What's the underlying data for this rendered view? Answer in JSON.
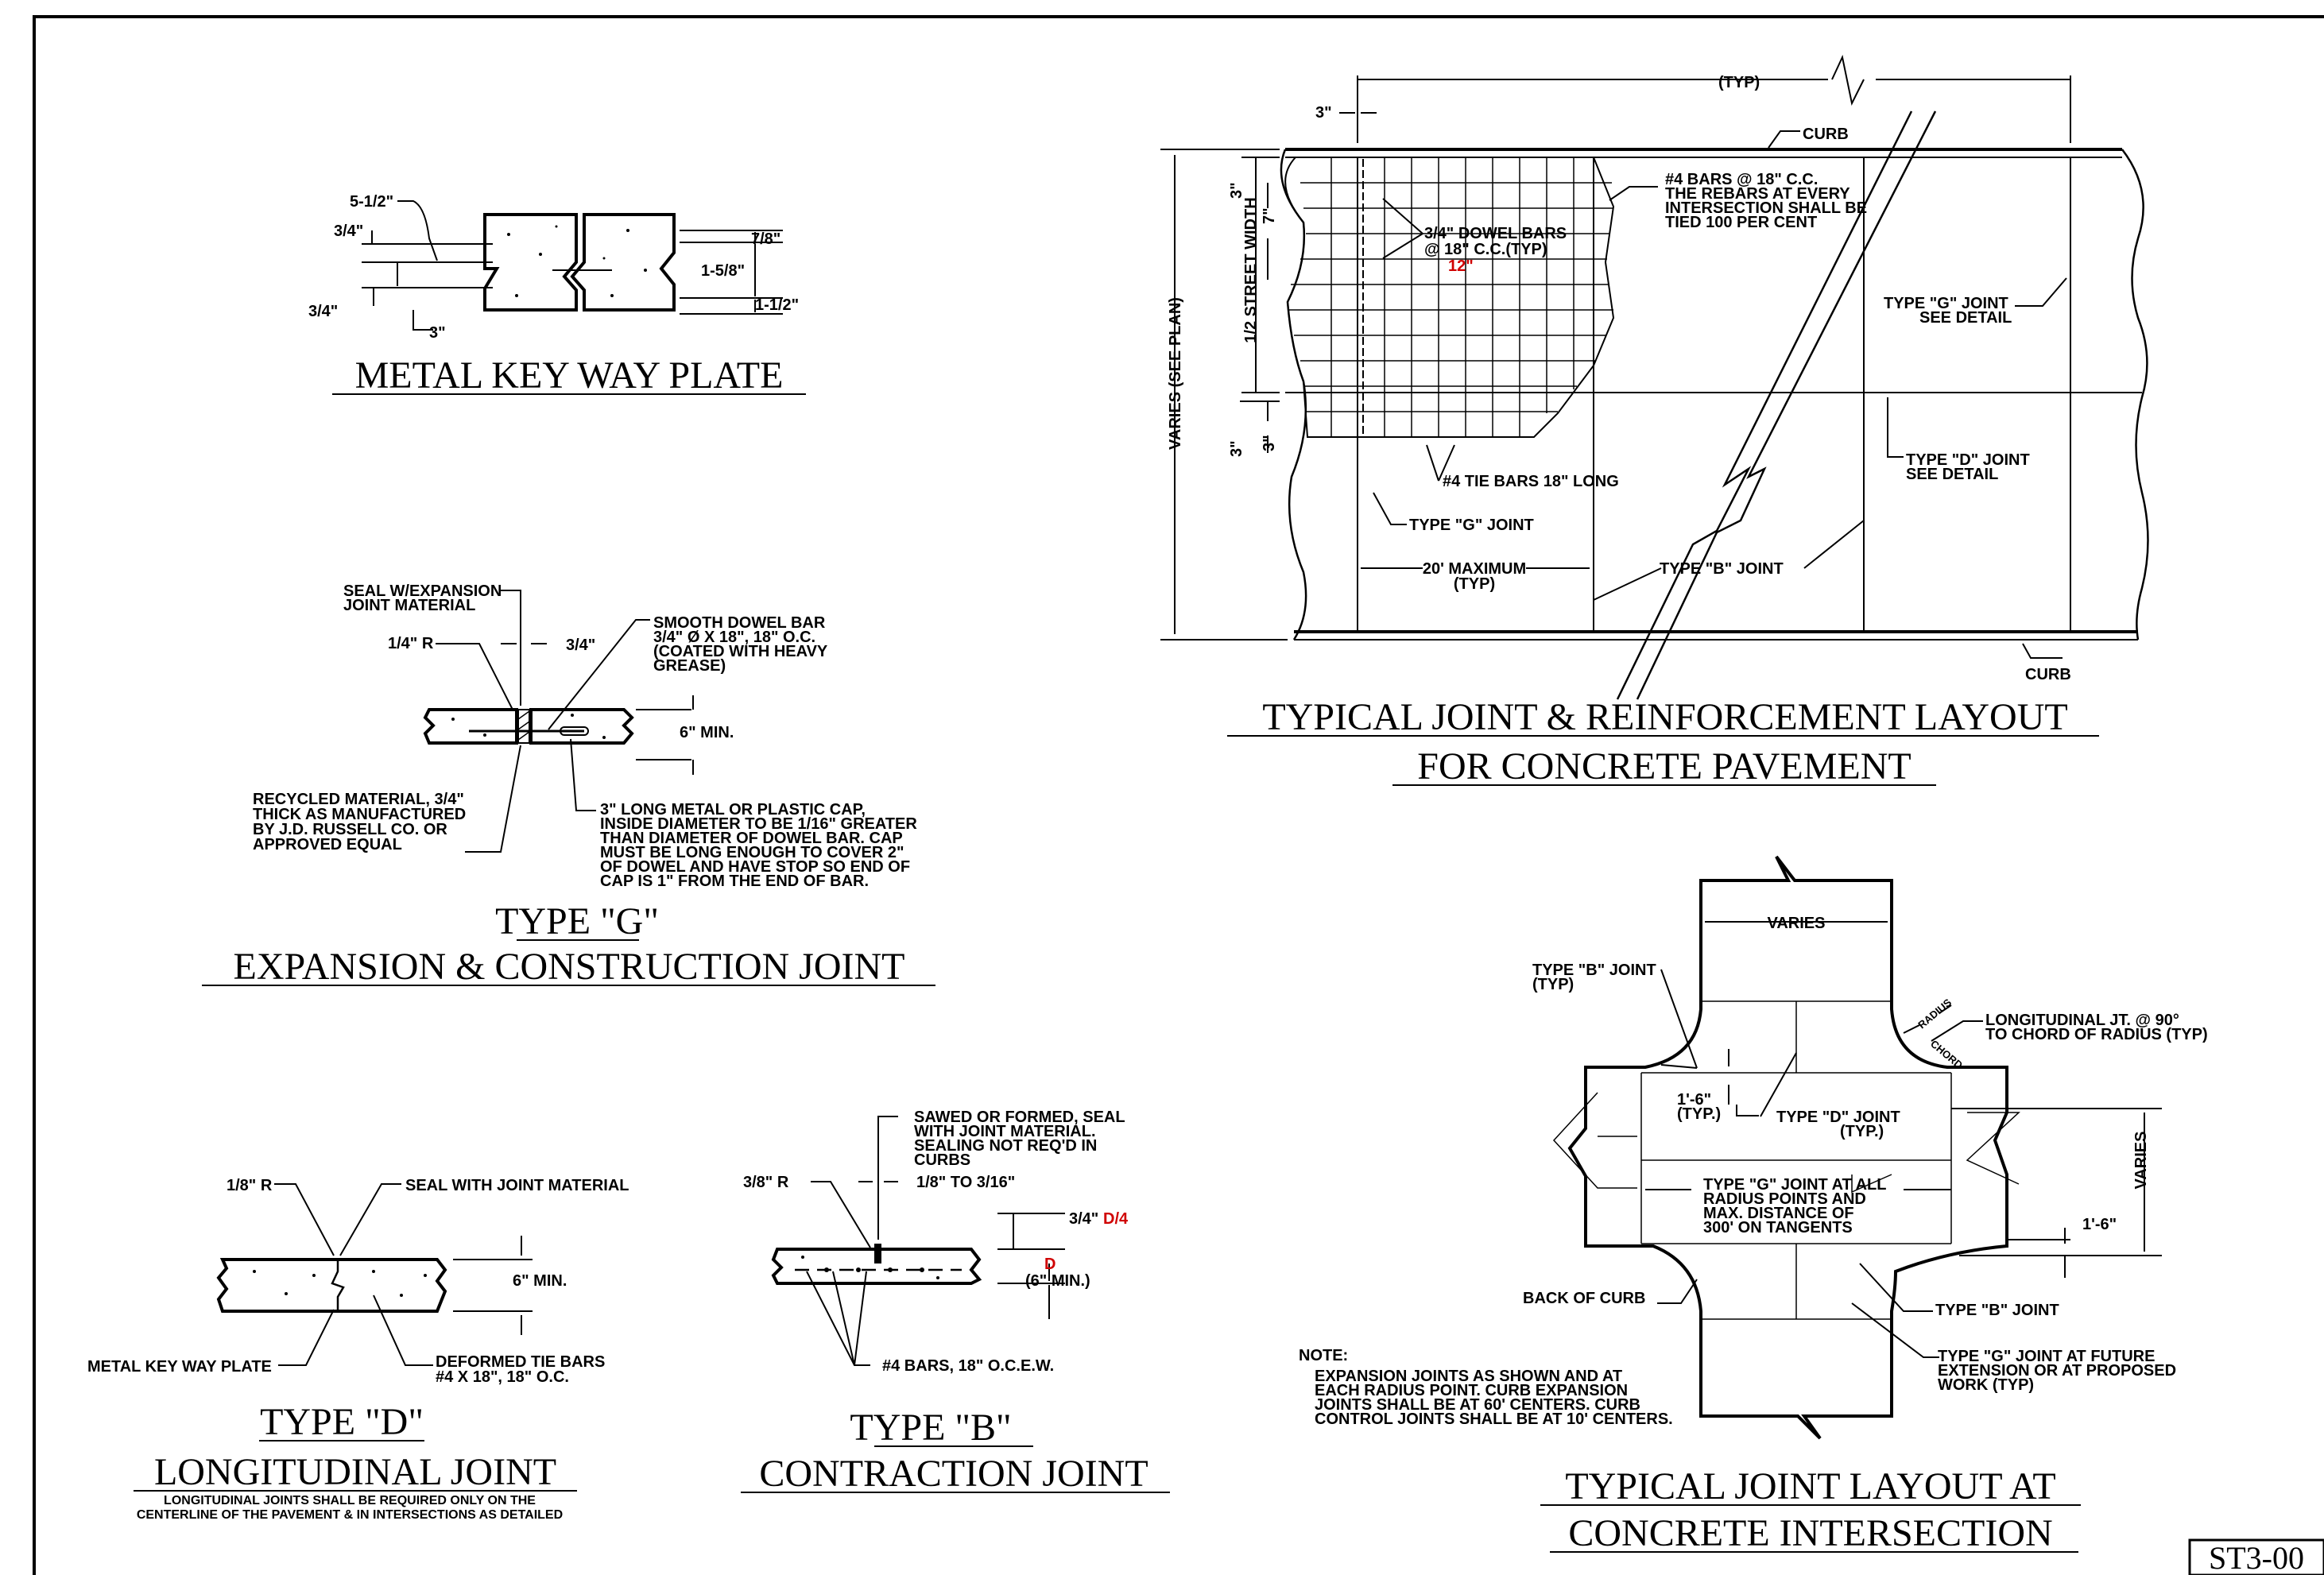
{
  "sheet_number": "ST3-00",
  "keyway": {
    "title": "METAL KEY WAY PLATE",
    "dims": [
      "5-1/2\"",
      "3/4\"",
      "3/4\"",
      "3\"",
      "7/8\"",
      "1-5/8\"",
      "1-1/2\""
    ]
  },
  "type_g": {
    "title_line1": "TYPE \"G\"",
    "title_line2": "EXPANSION & CONSTRUCTION JOINT",
    "seal": [
      "SEAL W/EXPANSION",
      "JOINT MATERIAL"
    ],
    "radius": "1/4\" R",
    "gap": "3/4\"",
    "dowel": [
      "SMOOTH DOWEL BAR",
      "3/4\" Ø X 18\", 18\" O.C.",
      "(COATED WITH HEAVY",
      "GREASE)"
    ],
    "depth": "6\" MIN.",
    "recycled": [
      "RECYCLED MATERIAL, 3/4\"",
      "THICK AS MANUFACTURED",
      "BY J.D. RUSSELL CO. OR",
      "APPROVED EQUAL"
    ],
    "cap": [
      "3\" LONG METAL OR PLASTIC CAP,",
      "INSIDE DIAMETER TO BE 1/16\" GREATER",
      "THAN DIAMETER OF DOWEL BAR.  CAP",
      "MUST BE LONG ENOUGH TO COVER 2\"",
      "OF DOWEL AND HAVE STOP SO END OF",
      "CAP IS 1\" FROM THE END OF BAR."
    ]
  },
  "type_d": {
    "title_line1": "TYPE \"D\"",
    "title_line2": "LONGITUDINAL JOINT",
    "note": [
      "LONGITUDINAL JOINTS SHALL BE REQUIRED ONLY ON THE",
      "CENTERLINE OF THE PAVEMENT & IN INTERSECTIONS AS DETAILED"
    ],
    "radius": "1/8\" R",
    "seal": "SEAL WITH JOINT MATERIAL",
    "depth": "6\" MIN.",
    "keyway": "METAL KEY WAY PLATE",
    "tie": [
      "DEFORMED TIE BARS",
      "#4 X 18\", 18\" O.C."
    ]
  },
  "type_b": {
    "title_line1": "TYPE \"B\"",
    "title_line2": "CONTRACTION JOINT",
    "sawed": [
      "SAWED OR FORMED, SEAL",
      "WITH JOINT MATERIAL.",
      "SEALING NOT REQ'D IN",
      "CURBS"
    ],
    "radius": "3/8\" R",
    "width": "1/8\" TO 3/16\"",
    "depth_a": "3/4\"",
    "depth_a_red": "D/4",
    "depth_b_red": "D",
    "depth_b": "(6\" MIN.)",
    "bars": "#4 BARS, 18\" O.C.E.W."
  },
  "layout": {
    "title_line1": "TYPICAL JOINT & REINFORCEMENT LAYOUT",
    "title_line2": "FOR CONCRETE PAVEMENT",
    "typ": "(TYP)",
    "three_in": "3\"",
    "seven_in": "7\"",
    "curb": "CURB",
    "bars": [
      "#4 BARS @ 18\" C.C.",
      "THE REBARS AT EVERY",
      "INTERSECTION SHALL BE",
      "TIED 100 PER CENT"
    ],
    "dowel": [
      "3/4\" DOWEL BARS",
      "@ 18\" C.C.(TYP)"
    ],
    "dowel_red": "12\"",
    "half_street": "1/2 STREET WIDTH",
    "varies_plan": "VARIES (SEE PLAN)",
    "type_g_see": [
      "TYPE \"G\" JOINT",
      "SEE DETAIL"
    ],
    "type_d_see": [
      "TYPE \"D\" JOINT",
      "SEE DETAIL"
    ],
    "tie": "#4 TIE BARS 18\" LONG",
    "type_g_joint": "TYPE \"G\" JOINT",
    "max": [
      "20' MAXIMUM",
      "(TYP)"
    ],
    "type_b_joint": "TYPE \"B\" JOINT"
  },
  "intersection": {
    "title_line1": "TYPICAL JOINT LAYOUT AT",
    "title_line2": "CONCRETE INTERSECTION",
    "varies": "VARIES",
    "type_b_typ": [
      "TYPE \"B\" JOINT",
      "(TYP)"
    ],
    "radius": "RADIUS",
    "chord": "CHORD",
    "long_jt": [
      "LONGITUDINAL JT. @ 90°",
      "TO CHORD OF RADIUS (TYP)"
    ],
    "one_six_typ": [
      "1'-6\"",
      "(TYP.)"
    ],
    "type_d": [
      "TYPE \"D\" JOINT",
      "(TYP.)"
    ],
    "type_g": [
      "TYPE \"G\" JOINT AT ALL",
      "RADIUS POINTS AND",
      "MAX. DISTANCE OF",
      "300' ON TANGENTS"
    ],
    "one_six": "1'-6\"",
    "back_curb": "BACK OF CURB",
    "type_b": "TYPE \"B\" JOINT",
    "type_g_future": [
      "TYPE \"G\" JOINT AT FUTURE",
      "EXTENSION OR AT PROPOSED",
      "WORK (TYP)"
    ],
    "note_head": "NOTE:",
    "note": [
      "EXPANSION JOINTS AS SHOWN AND AT",
      "EACH RADIUS POINT.  CURB EXPANSION",
      "JOINTS SHALL BE AT 60' CENTERS.  CURB",
      "CONTROL JOINTS SHALL BE AT 10' CENTERS."
    ]
  }
}
